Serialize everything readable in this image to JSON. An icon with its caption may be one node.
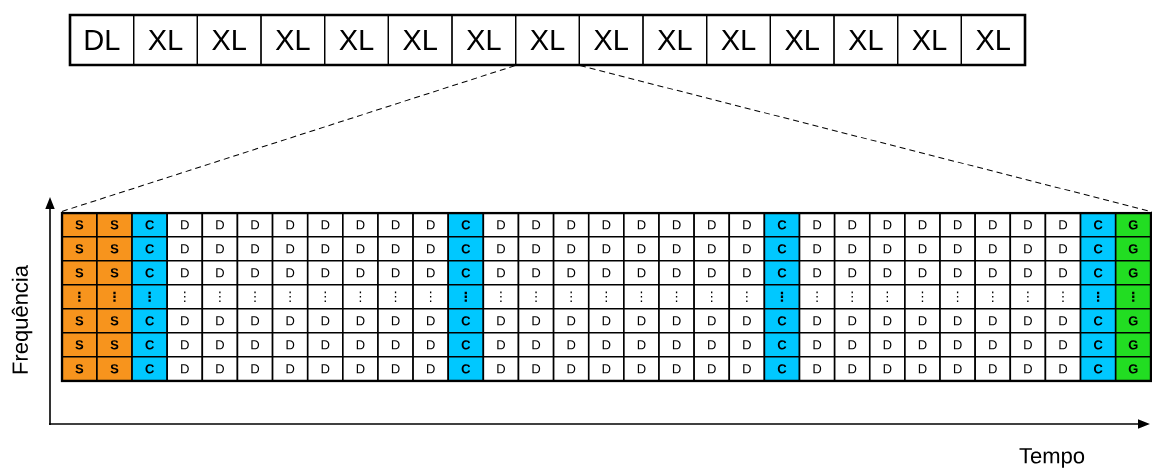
{
  "diagram": {
    "nodes": [
      {
        "text": [
          "DL"
        ]
      },
      {
        "text": [
          "XL"
        ]
      },
      {
        "text": [
          "XL"
        ]
      },
      {
        "text": [
          "XL"
        ]
      },
      {
        "text": [
          "XL"
        ]
      },
      {
        "text": [
          "XL"
        ]
      },
      {
        "text": [
          "XL"
        ]
      },
      {
        "text": [
          "XL"
        ]
      },
      {
        "text": [
          "XL"
        ]
      },
      {
        "text": [
          "XL"
        ]
      },
      {
        "text": [
          "XL"
        ]
      },
      {
        "text": [
          "XL"
        ]
      },
      {
        "text": [
          "XL"
        ]
      },
      {
        "text": [
          "XL"
        ]
      },
      {
        "text": [
          "XL"
        ]
      },
      {
        "text": [],
        "shape": "box"
      },
      {
        "text": [
          "S"
        ],
        "in": 15
      },
      {
        "text": [
          "S"
        ],
        "in": 15
      },
      {
        "text": [
          "C"
        ],
        "in": 15
      },
      {
        "text": [
          "D"
        ],
        "in": 15
      },
      {
        "text": [
          "D"
        ],
        "in": 15
      },
      {
        "text": [
          "D"
        ],
        "in": 15
      },
      {
        "text": [
          "D"
        ],
        "in": 15
      },
      {
        "text": [
          "D"
        ],
        "in": 15
      },
      {
        "text": [
          "D"
        ],
        "in": 15
      },
      {
        "text": [
          "D"
        ],
        "in": 15
      },
      {
        "text": [
          "D"
        ],
        "in": 15
      },
      {
        "text": [
          "C"
        ],
        "in": 15
      },
      {
        "text": [
          "D"
        ],
        "in": 15
      },
      {
        "text": [
          "D"
        ],
        "in": 15
      },
      {
        "text": [
          "D"
        ],
        "in": 15
      },
      {
        "text": [
          "D"
        ],
        "in": 15
      },
      {
        "text": [
          "D"
        ],
        "in": 15
      },
      {
        "text": [
          "D"
        ],
        "in": 15
      },
      {
        "text": [
          "D"
        ],
        "in": 15
      },
      {
        "text": [
          "D"
        ],
        "in": 15
      },
      {
        "text": [
          "C"
        ],
        "in": 15
      },
      {
        "text": [
          "D"
        ],
        "in": 15
      },
      {
        "text": [
          "D"
        ],
        "in": 15
      },
      {
        "text": [
          "D"
        ],
        "in": 15
      },
      {
        "text": [
          "D"
        ],
        "in": 15
      },
      {
        "text": [
          "D"
        ],
        "in": 15
      },
      {
        "text": [
          "D"
        ],
        "in": 15
      },
      {
        "text": [
          "D"
        ],
        "in": 15
      },
      {
        "text": [
          "D"
        ],
        "in": 15
      },
      {
        "text": [
          "C"
        ],
        "in": 15
      },
      {
        "text": [
          "G"
        ],
        "in": 15
      },
      {
        "text": [
          "S"
        ],
        "in": 15
      },
      {
        "text": [
          "S"
        ],
        "in": 15
      },
      {
        "text": [
          "C"
        ],
        "in": 15
      },
      {
        "text": [
          "D"
        ],
        "in": 15
      },
      {
        "text": [
          "D"
        ],
        "in": 15
      },
      {
        "text": [
          "D"
        ],
        "in": 15
      },
      {
        "text": [
          "D"
        ],
        "in": 15
      },
      {
        "text": [
          "D"
        ],
        "in": 15
      },
      {
        "text": [
          "D"
        ],
        "in": 15
      },
      {
        "text": [
          "D"
        ],
        "in": 15
      },
      {
        "text": [
          "D"
        ],
        "in": 15
      },
      {
        "text": [
          "C"
        ],
        "in": 15
      },
      {
        "text": [
          "D"
        ],
        "in": 15
      },
      {
        "text": [
          "D"
        ],
        "in": 15
      },
      {
        "text": [
          "D"
        ],
        "in": 15
      },
      {
        "text": [
          "D"
        ],
        "in": 15
      },
      {
        "text": [
          "D"
        ],
        "in": 15
      },
      {
        "text": [
          "D"
        ],
        "in": 15
      },
      {
        "text": [
          "D"
        ],
        "in": 15
      },
      {
        "text": [
          "D"
        ],
        "in": 15
      },
      {
        "text": [
          "C"
        ],
        "in": 15
      },
      {
        "text": [
          "D"
        ],
        "in": 15
      },
      {
        "text": [
          "D"
        ],
        "in": 15
      },
      {
        "text": [
          "D"
        ],
        "in": 15
      },
      {
        "text": [
          "D"
        ],
        "in": 15
      },
      {
        "text": [
          "D"
        ],
        "in": 15
      },
      {
        "text": [
          "D"
        ],
        "in": 15
      },
      {
        "text": [
          "D"
        ],
        "in": 15
      },
      {
        "text": [
          "D"
        ],
        "in": 15
      },
      {
        "text": [
          "C"
        ],
        "in": 15
      },
      {
        "text": [
          "G"
        ],
        "in": 15
      },
      {
        "text": [
          "S"
        ],
        "in": 15
      },
      {
        "text": [
          "S"
        ],
        "in": 15
      },
      {
        "text": [
          "C"
        ],
        "in": 15
      },
      {
        "text": [
          "D"
        ],
        "in": 15
      },
      {
        "text": [
          "D"
        ],
        "in": 15
      },
      {
        "text": [
          "D"
        ],
        "in": 15
      },
      {
        "text": [
          "D"
        ],
        "in": 15
      },
      {
        "text": [
          "D"
        ],
        "in": 15
      },
      {
        "text": [
          "D"
        ],
        "in": 15
      },
      {
        "text": [
          "D"
        ],
        "in": 15
      },
      {
        "text": [
          "D"
        ],
        "in": 15
      },
      {
        "text": [
          "C"
        ],
        "in": 15
      },
      {
        "text": [
          "D"
        ],
        "in": 15
      },
      {
        "text": [
          "D"
        ],
        "in": 15
      },
      {
        "text": [
          "D"
        ],
        "in": 15
      },
      {
        "text": [
          "D"
        ],
        "in": 15
      },
      {
        "text": [
          "D"
        ],
        "in": 15
      },
      {
        "text": [
          "D"
        ],
        "in": 15
      },
      {
        "text": [
          "D"
        ],
        "in": 15
      },
      {
        "text": [
          "D"
        ],
        "in": 15
      },
      {
        "text": [
          "C"
        ],
        "in": 15
      },
      {
        "text": [
          "D"
        ],
        "in": 15
      },
      {
        "text": [
          "D"
        ],
        "in": 15
      },
      {
        "text": [
          "D"
        ],
        "in": 15
      },
      {
        "text": [
          "D"
        ],
        "in": 15
      },
      {
        "text": [
          "D"
        ],
        "in": 15
      },
      {
        "text": [
          "D"
        ],
        "in": 15
      },
      {
        "text": [
          "D"
        ],
        "in": 15
      },
      {
        "text": [
          "D"
        ],
        "in": 15
      },
      {
        "text": [
          "C"
        ],
        "in": 15
      },
      {
        "text": [
          "G"
        ],
        "in": 15
      },
      {
        "text": [
          "⋮"
        ],
        "in": 15
      },
      {
        "text": [
          "⋮"
        ],
        "in": 15
      },
      {
        "text": [
          "⋮"
        ],
        "in": 15
      },
      {
        "text": [
          "⋮"
        ],
        "in": 15
      },
      {
        "text": [
          "⋮"
        ],
        "in": 15
      },
      {
        "text": [
          "⋮"
        ],
        "in": 15
      },
      {
        "text": [
          "⋮"
        ],
        "in": 15
      },
      {
        "text": [
          "⋮"
        ],
        "in": 15
      },
      {
        "text": [
          "⋮"
        ],
        "in": 15
      },
      {
        "text": [
          "⋮"
        ],
        "in": 15
      },
      {
        "text": [
          "⋮"
        ],
        "in": 15
      },
      {
        "text": [
          "⋮"
        ],
        "in": 15
      },
      {
        "text": [
          "⋮"
        ],
        "in": 15
      },
      {
        "text": [
          "⋮"
        ],
        "in": 15
      },
      {
        "text": [
          "⋮"
        ],
        "in": 15
      },
      {
        "text": [
          "⋮"
        ],
        "in": 15
      },
      {
        "text": [
          "⋮"
        ],
        "in": 15
      },
      {
        "text": [
          "⋮"
        ],
        "in": 15
      },
      {
        "text": [
          "⋮"
        ],
        "in": 15
      },
      {
        "text": [
          "⋮"
        ],
        "in": 15
      },
      {
        "text": [
          "⋮"
        ],
        "in": 15
      },
      {
        "text": [
          "⋮"
        ],
        "in": 15
      },
      {
        "text": [
          "⋮"
        ],
        "in": 15
      },
      {
        "text": [
          "⋮"
        ],
        "in": 15
      },
      {
        "text": [
          "⋮"
        ],
        "in": 15
      },
      {
        "text": [
          "⋮"
        ],
        "in": 15
      },
      {
        "text": [
          "⋮"
        ],
        "in": 15
      },
      {
        "text": [
          "⋮"
        ],
        "in": 15
      },
      {
        "text": [
          "⋮"
        ],
        "in": 15
      },
      {
        "text": [
          "⋮"
        ],
        "in": 15
      },
      {
        "text": [
          "⋮"
        ],
        "in": 15
      },
      {
        "text": [
          "S"
        ],
        "in": 15
      },
      {
        "text": [
          "S"
        ],
        "in": 15
      },
      {
        "text": [
          "C"
        ],
        "in": 15
      },
      {
        "text": [
          "D"
        ],
        "in": 15
      },
      {
        "text": [
          "D"
        ],
        "in": 15
      },
      {
        "text": [
          "D"
        ],
        "in": 15
      },
      {
        "text": [
          "D"
        ],
        "in": 15
      },
      {
        "text": [
          "D"
        ],
        "in": 15
      },
      {
        "text": [
          "D"
        ],
        "in": 15
      },
      {
        "text": [
          "D"
        ],
        "in": 15
      },
      {
        "text": [
          "D"
        ],
        "in": 15
      },
      {
        "text": [
          "C"
        ],
        "in": 15
      },
      {
        "text": [
          "D"
        ],
        "in": 15
      },
      {
        "text": [
          "D"
        ],
        "in": 15
      },
      {
        "text": [
          "D"
        ],
        "in": 15
      },
      {
        "text": [
          "D"
        ],
        "in": 15
      },
      {
        "text": [
          "D"
        ],
        "in": 15
      },
      {
        "text": [
          "D"
        ],
        "in": 15
      },
      {
        "text": [
          "D"
        ],
        "in": 15
      },
      {
        "text": [
          "D"
        ],
        "in": 15
      },
      {
        "text": [
          "C"
        ],
        "in": 15
      },
      {
        "text": [
          "D"
        ],
        "in": 15
      },
      {
        "text": [
          "D"
        ],
        "in": 15
      },
      {
        "text": [
          "D"
        ],
        "in": 15
      },
      {
        "text": [
          "D"
        ],
        "in": 15
      },
      {
        "text": [
          "D"
        ],
        "in": 15
      },
      {
        "text": [
          "D"
        ],
        "in": 15
      },
      {
        "text": [
          "D"
        ],
        "in": 15
      },
      {
        "text": [
          "D"
        ],
        "in": 15
      },
      {
        "text": [
          "C"
        ],
        "in": 15
      },
      {
        "text": [
          "G"
        ],
        "in": 15
      },
      {
        "text": [
          "S"
        ],
        "in": 15
      },
      {
        "text": [
          "S"
        ],
        "in": 15
      },
      {
        "text": [
          "C"
        ],
        "in": 15
      },
      {
        "text": [
          "D"
        ],
        "in": 15
      },
      {
        "text": [
          "D"
        ],
        "in": 15
      },
      {
        "text": [
          "D"
        ],
        "in": 15
      },
      {
        "text": [
          "D"
        ],
        "in": 15
      },
      {
        "text": [
          "D"
        ],
        "in": 15
      },
      {
        "text": [
          "D"
        ],
        "in": 15
      },
      {
        "text": [
          "D"
        ],
        "in": 15
      },
      {
        "text": [
          "D"
        ],
        "in": 15
      },
      {
        "text": [
          "C"
        ],
        "in": 15
      },
      {
        "text": [
          "D"
        ],
        "in": 15
      },
      {
        "text": [
          "D"
        ],
        "in": 15
      },
      {
        "text": [
          "D"
        ],
        "in": 15
      },
      {
        "text": [
          "D"
        ],
        "in": 15
      },
      {
        "text": [
          "D"
        ],
        "in": 15
      },
      {
        "text": [
          "D"
        ],
        "in": 15
      },
      {
        "text": [
          "D"
        ],
        "in": 15
      },
      {
        "text": [
          "D"
        ],
        "in": 15
      },
      {
        "text": [
          "C"
        ],
        "in": 15
      },
      {
        "text": [
          "D"
        ],
        "in": 15
      },
      {
        "text": [
          "D"
        ],
        "in": 15
      },
      {
        "text": [
          "D"
        ],
        "in": 15
      },
      {
        "text": [
          "D"
        ],
        "in": 15
      },
      {
        "text": [
          "D"
        ],
        "in": 15
      },
      {
        "text": [
          "D"
        ],
        "in": 15
      },
      {
        "text": [
          "D"
        ],
        "in": 15
      },
      {
        "text": [
          "D"
        ],
        "in": 15
      },
      {
        "text": [
          "C"
        ],
        "in": 15
      },
      {
        "text": [
          "G"
        ],
        "in": 15
      },
      {
        "text": [
          "S"
        ],
        "in": 15
      },
      {
        "text": [
          "S"
        ],
        "in": 15
      },
      {
        "text": [
          "C"
        ],
        "in": 15
      },
      {
        "text": [
          "D"
        ],
        "in": 15
      },
      {
        "text": [
          "D"
        ],
        "in": 15
      },
      {
        "text": [
          "D"
        ],
        "in": 15
      },
      {
        "text": [
          "D"
        ],
        "in": 15
      },
      {
        "text": [
          "D"
        ],
        "in": 15
      },
      {
        "text": [
          "D"
        ],
        "in": 15
      },
      {
        "text": [
          "D"
        ],
        "in": 15
      },
      {
        "text": [
          "D"
        ],
        "in": 15
      },
      {
        "text": [
          "C"
        ],
        "in": 15
      },
      {
        "text": [
          "D"
        ],
        "in": 15
      },
      {
        "text": [
          "D"
        ],
        "in": 15
      },
      {
        "text": [
          "D"
        ],
        "in": 15
      },
      {
        "text": [
          "D"
        ],
        "in": 15
      },
      {
        "text": [
          "D"
        ],
        "in": 15
      },
      {
        "text": [
          "D"
        ],
        "in": 15
      },
      {
        "text": [
          "D"
        ],
        "in": 15
      },
      {
        "text": [
          "D"
        ],
        "in": 15
      },
      {
        "text": [
          "C"
        ],
        "in": 15
      },
      {
        "text": [
          "D"
        ],
        "in": 15
      },
      {
        "text": [
          "D"
        ],
        "in": 15
      },
      {
        "text": [
          "D"
        ],
        "in": 15
      },
      {
        "text": [
          "D"
        ],
        "in": 15
      },
      {
        "text": [
          "D"
        ],
        "in": 15
      },
      {
        "text": [
          "D"
        ],
        "in": 15
      },
      {
        "text": [
          "D"
        ],
        "in": 15
      },
      {
        "text": [
          "D"
        ],
        "in": 15
      },
      {
        "text": [
          "C"
        ],
        "in": 15
      },
      {
        "text": [
          "G"
        ],
        "in": 15
      }
    ],
    "edges": [
      {
        "from": 7,
        "to": 15,
        "arrow": "none",
        "style": "dashed"
      },
      {
        "from": 7,
        "to": 15,
        "arrow": "none",
        "style": "dashed"
      }
    ],
    "labels": [
      "Frequência",
      "Tempo"
    ]
  }
}
